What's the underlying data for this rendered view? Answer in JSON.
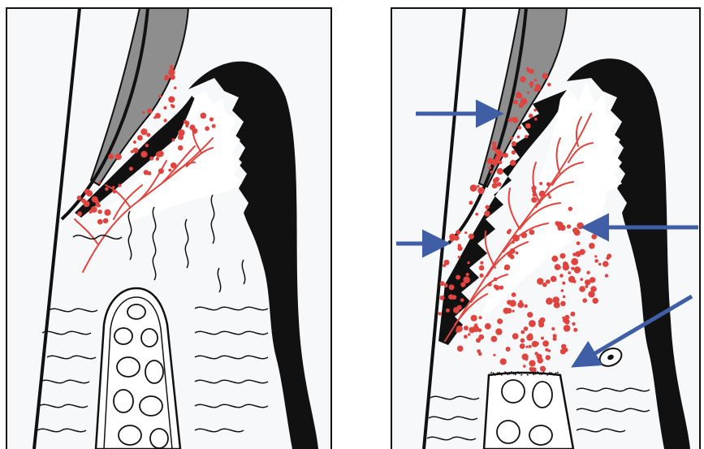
{
  "figure": {
    "panels": [
      {
        "id": "left",
        "state": "healthy-gingiva",
        "arrows": 0
      },
      {
        "id": "right",
        "state": "inflamed-gingiva",
        "arrows": 4
      }
    ],
    "colors": {
      "background": "#ffffff",
      "panel_fill": "#f7f8fa",
      "outline": "#111111",
      "epithelium": "#111111",
      "enamel": "#8e8e8e",
      "vessel": "#e0443f",
      "cell": "#e0443f",
      "arrow": "#3f5ea6"
    },
    "icons": [
      "tooth-surface",
      "epithelium",
      "blood-vessel",
      "inflammatory-cell",
      "bone-crest",
      "collagen-fiber",
      "arrow"
    ]
  }
}
